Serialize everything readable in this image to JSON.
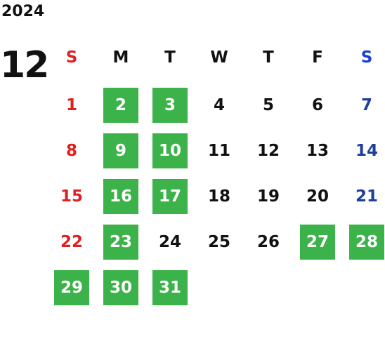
{
  "calendar": {
    "year": "2024",
    "month": "12",
    "weekdays": [
      {
        "label": "S",
        "kind": "sun"
      },
      {
        "label": "M",
        "kind": "week"
      },
      {
        "label": "T",
        "kind": "week"
      },
      {
        "label": "W",
        "kind": "week"
      },
      {
        "label": "T",
        "kind": "week"
      },
      {
        "label": "F",
        "kind": "week"
      },
      {
        "label": "S",
        "kind": "sat"
      }
    ],
    "first_weekday_offset": 0,
    "days": [
      {
        "day": "1",
        "highlighted": false
      },
      {
        "day": "2",
        "highlighted": true
      },
      {
        "day": "3",
        "highlighted": true
      },
      {
        "day": "4",
        "highlighted": false
      },
      {
        "day": "5",
        "highlighted": false
      },
      {
        "day": "6",
        "highlighted": false
      },
      {
        "day": "7",
        "highlighted": false
      },
      {
        "day": "8",
        "highlighted": false
      },
      {
        "day": "9",
        "highlighted": true
      },
      {
        "day": "10",
        "highlighted": true
      },
      {
        "day": "11",
        "highlighted": false
      },
      {
        "day": "12",
        "highlighted": false
      },
      {
        "day": "13",
        "highlighted": false
      },
      {
        "day": "14",
        "highlighted": false
      },
      {
        "day": "15",
        "highlighted": false
      },
      {
        "day": "16",
        "highlighted": true
      },
      {
        "day": "17",
        "highlighted": true
      },
      {
        "day": "18",
        "highlighted": false
      },
      {
        "day": "19",
        "highlighted": false
      },
      {
        "day": "20",
        "highlighted": false
      },
      {
        "day": "21",
        "highlighted": false
      },
      {
        "day": "22",
        "highlighted": false
      },
      {
        "day": "23",
        "highlighted": true
      },
      {
        "day": "24",
        "highlighted": false
      },
      {
        "day": "25",
        "highlighted": false
      },
      {
        "day": "26",
        "highlighted": false
      },
      {
        "day": "27",
        "highlighted": true
      },
      {
        "day": "28",
        "highlighted": true
      },
      {
        "day": "29",
        "highlighted": true
      },
      {
        "day": "30",
        "highlighted": true
      },
      {
        "day": "31",
        "highlighted": true
      }
    ]
  },
  "colors": {
    "highlight": "#3cb34a",
    "sunday": "#e02020",
    "saturday_header": "#1a3fd0",
    "saturday": "#1e3f9a",
    "text": "#111111"
  }
}
